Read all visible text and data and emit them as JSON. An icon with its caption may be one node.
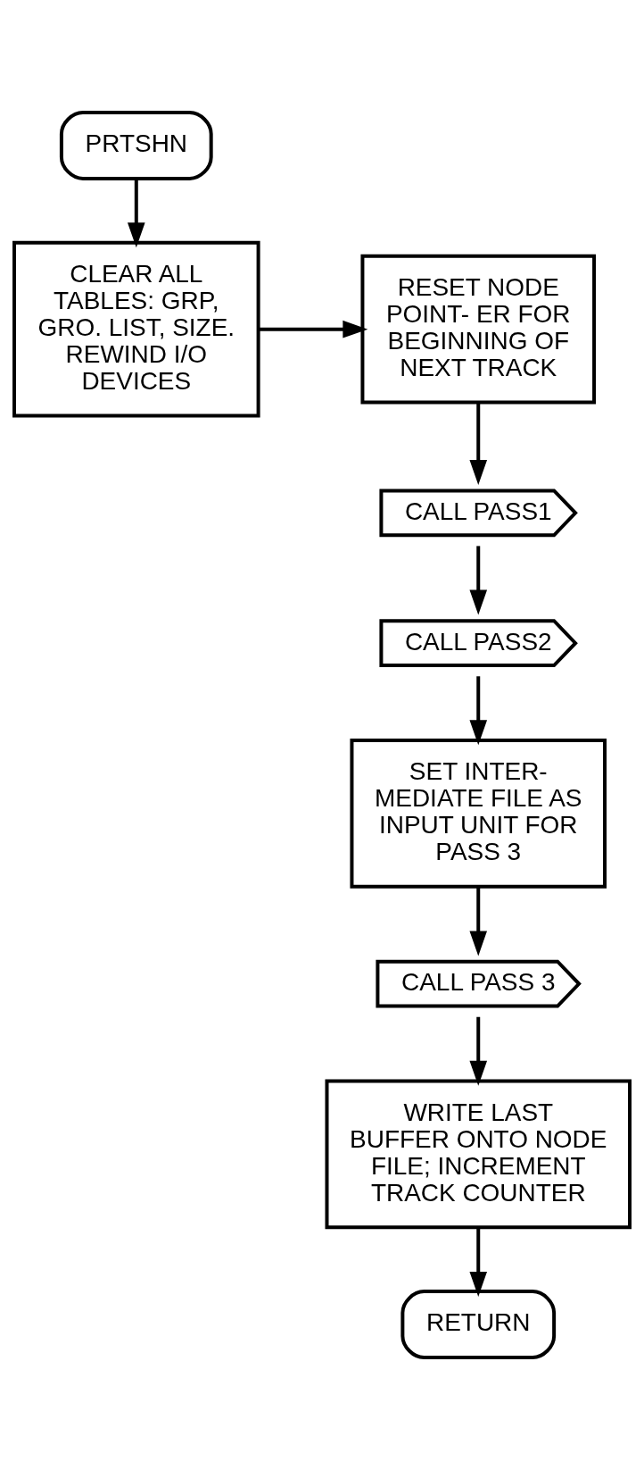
{
  "diagram": {
    "nodes": [
      {
        "text": [
          "PRTSHN"
        ]
      },
      {
        "text": [
          "CLEAR ALL TABLES: GRP, GRO. LIST, SIZE. REWIND I/O DEVICES"
        ]
      },
      {
        "text": [
          "RESET NODE POINT- ER FOR BEGINNING OF NEXT TRACK"
        ]
      },
      {
        "text": [
          "CALL PASS1"
        ]
      },
      {
        "text": [
          "CALL PASS2"
        ]
      },
      {
        "text": [
          "SET INTER- MEDIATE FILE AS INPUT UNIT FOR PASS 3"
        ]
      },
      {
        "text": [
          "CALL PASS 3"
        ]
      },
      {
        "text": [
          "WRITE LAST BUFFER ONTO NODE FILE; INCREMENT TRACK COUNTER"
        ]
      },
      {
        "text": [
          "RETURN"
        ]
      }
    ],
    "edges": [
      {
        "from": 0,
        "to": 1,
        "arrow": "to"
      },
      {
        "from": 1,
        "to": 2,
        "arrow": "to"
      },
      {
        "from": 2,
        "to": 3,
        "arrow": "to"
      },
      {
        "from": 3,
        "to": 4,
        "arrow": "to"
      },
      {
        "from": 4,
        "to": 5,
        "arrow": "to"
      },
      {
        "from": 5,
        "to": 6,
        "arrow": "to"
      },
      {
        "from": 6,
        "to": 7,
        "arrow": "to"
      },
      {
        "from": 7,
        "to": 8,
        "arrow": "to"
      }
    ]
  }
}
